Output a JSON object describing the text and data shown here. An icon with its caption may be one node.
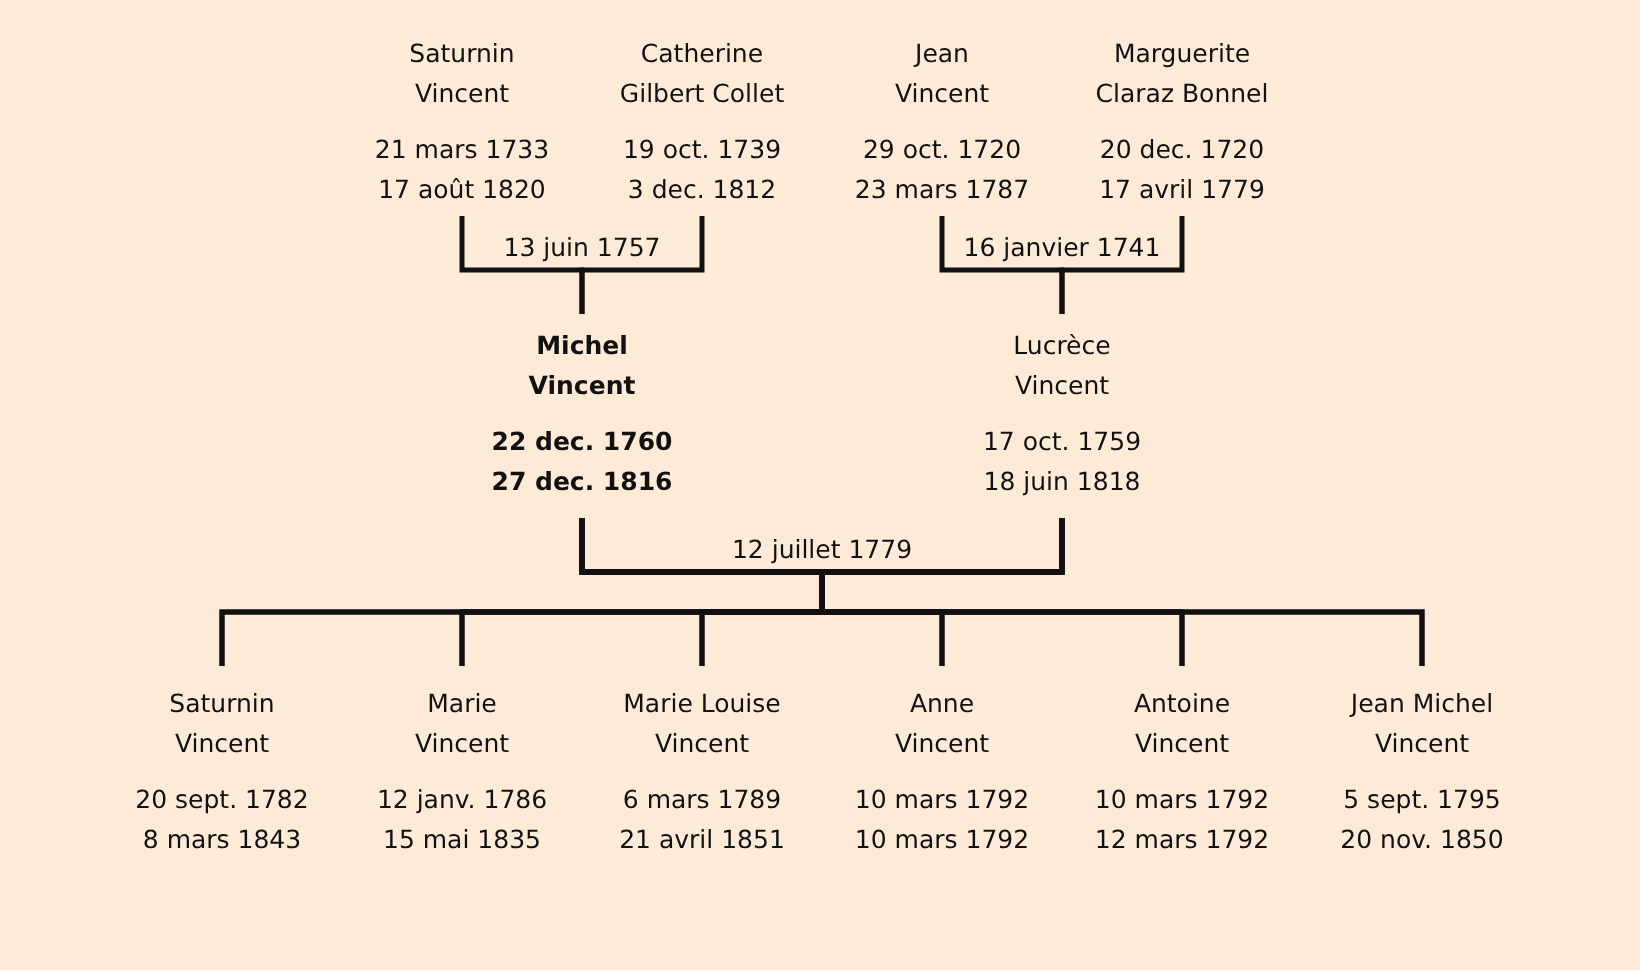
{
  "diagram": {
    "nodes": [
      {
        "text": [
          "Saturnin Vincent",
          "21 mars 1733",
          "17 août 1820"
        ]
      },
      {
        "text": [
          "Catherine Gilbert Collet",
          "19 oct. 1739",
          "3 dec. 1812"
        ]
      },
      {
        "text": [
          "Jean Vincent",
          "29 oct. 1720",
          "23 mars 1787"
        ]
      },
      {
        "text": [
          "Marguerite Claraz Bonnel",
          "20 dec. 1720",
          "17 avril 1779"
        ]
      },
      {
        "text": [
          "Michel Vincent",
          "22 dec. 1760",
          "27 dec. 1816"
        ]
      },
      {
        "text": [
          "Lucrèce Vincent",
          "17 oct. 1759",
          "18 juin 1818"
        ]
      },
      {
        "text": [
          "Saturnin Vincent",
          "20 sept. 1782",
          "8 mars 1843"
        ]
      },
      {
        "text": [
          "Marie Vincent",
          "12 janv. 1786",
          "15 mai 1835"
        ]
      },
      {
        "text": [
          "Marie Louise Vincent",
          "6 mars 1789",
          "21 avril 1851"
        ]
      },
      {
        "text": [
          "Anne Vincent",
          "10 mars 1792",
          "10 mars 1792"
        ]
      },
      {
        "text": [
          "Antoine Vincent",
          "10 mars 1792",
          "12 mars 1792"
        ]
      },
      {
        "text": [
          "Jean Michel Vincent",
          "5 sept. 1795",
          "20 nov. 1850"
        ]
      }
    ],
    "edges": [
      {
        "from": 0,
        "to": 4,
        "arrow": "none",
        "label": "13 juin 1757"
      },
      {
        "from": 1,
        "to": 4,
        "arrow": "none"
      },
      {
        "from": 2,
        "to": 5,
        "arrow": "none",
        "label": "16 janvier 1741"
      },
      {
        "from": 3,
        "to": 5,
        "arrow": "none"
      },
      {
        "from": 4,
        "to": 6,
        "arrow": "none",
        "label": "12 juillet 1779"
      },
      {
        "from": 4,
        "to": 7,
        "arrow": "none"
      },
      {
        "from": 4,
        "to": 8,
        "arrow": "none"
      },
      {
        "from": 4,
        "to": 9,
        "arrow": "none"
      },
      {
        "from": 4,
        "to": 10,
        "arrow": "none"
      },
      {
        "from": 4,
        "to": 11,
        "arrow": "none"
      },
      {
        "from": 5,
        "to": 6,
        "arrow": "none"
      },
      {
        "from": 5,
        "to": 7,
        "arrow": "none"
      },
      {
        "from": 5,
        "to": 8,
        "arrow": "none"
      },
      {
        "from": 5,
        "to": 9,
        "arrow": "none"
      },
      {
        "from": 5,
        "to": 10,
        "arrow": "none"
      },
      {
        "from": 5,
        "to": 11,
        "arrow": "none"
      }
    ]
  }
}
